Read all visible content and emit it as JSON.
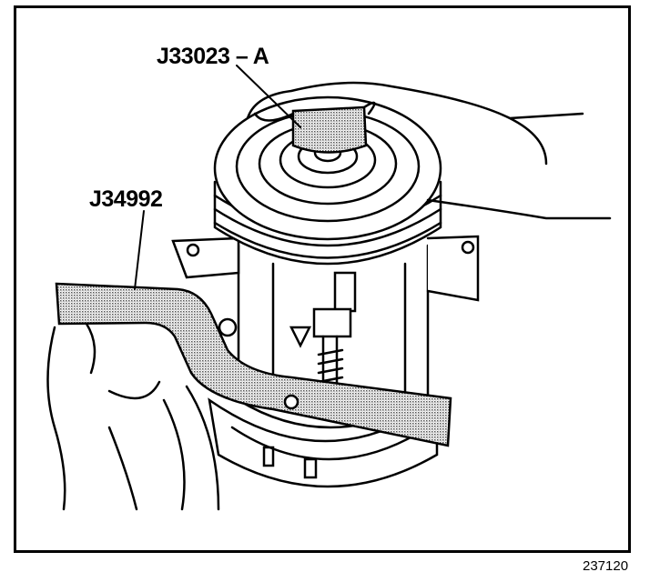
{
  "labels": {
    "tool_a": "J33023 – A",
    "tool_b": "J34992"
  },
  "figure_number": "237120",
  "colors": {
    "ink": "#000000",
    "stipple": "#9a9a9a"
  }
}
